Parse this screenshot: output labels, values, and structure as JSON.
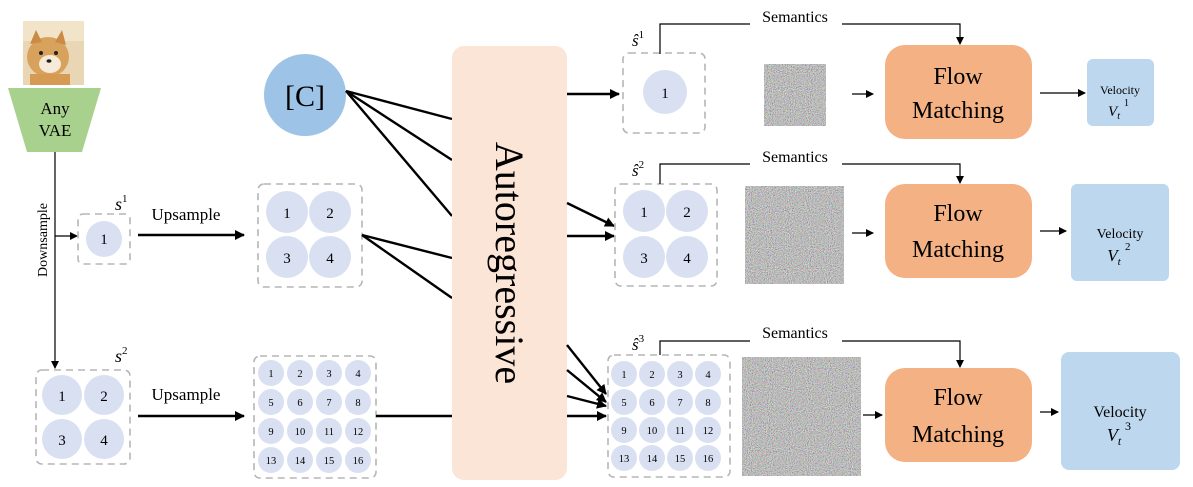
{
  "vae_label_line1": "Any",
  "vae_label_line2": "VAE",
  "downsample_label": "Downsample",
  "upsample_label": "Upsample",
  "class_token_label": "[C]",
  "autoregressive_label": "Autoregressive",
  "semantics_label": "Semantics",
  "flow_matching_line1": "Flow",
  "flow_matching_line2": "Matching",
  "velocity_label": "Velocity",
  "scale_labels": [
    {
      "base": "s",
      "sup": "1"
    },
    {
      "base": "s",
      "sup": "2"
    }
  ],
  "predicted_scale_labels": [
    {
      "base": "ŝ",
      "sup": "1"
    },
    {
      "base": "ŝ",
      "sup": "2"
    },
    {
      "base": "ŝ",
      "sup": "3"
    }
  ],
  "velocity_symbols": [
    {
      "base": "V",
      "sup": "1",
      "sub": "t"
    },
    {
      "base": "V",
      "sup": "2",
      "sub": "t"
    },
    {
      "base": "V",
      "sup": "3",
      "sub": "t"
    }
  ],
  "token_grids": {
    "grid_1": [
      "1"
    ],
    "grid_2": [
      "1",
      "2",
      "3",
      "4"
    ],
    "grid_3": [
      "1",
      "2",
      "3",
      "4",
      "5",
      "6",
      "7",
      "8",
      "9",
      "10",
      "11",
      "12",
      "13",
      "14",
      "15",
      "16"
    ]
  },
  "colors": {
    "vae": "#a9d18e",
    "class_token": "#9dc3e6",
    "autoregressive": "#fbe5d6",
    "flow_matching": "#f4b183",
    "velocity": "#bdd7ee",
    "token": "#d9e0f2"
  },
  "icons": [
    "shiba-dog-photo",
    "gaussian-noise-image"
  ]
}
